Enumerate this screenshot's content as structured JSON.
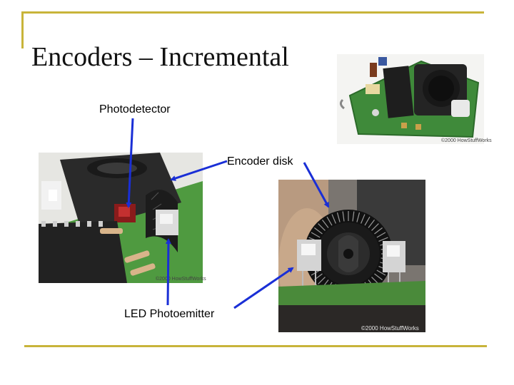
{
  "slide": {
    "title": "Encoders – Incremental"
  },
  "labels": {
    "photodetector": "Photodetector",
    "encoder_disk": "Encoder disk",
    "led_photoemitter": "LED Photoemitter"
  },
  "photos": {
    "board": {
      "credit": "©2000 HowStuffWorks"
    },
    "sensor": {
      "credit": "©2000 HowStuffWorks"
    },
    "disk": {
      "credit": "©2000 HowStuffWorks"
    }
  },
  "colors": {
    "accent_rule": "#c8b43a",
    "arrow": "#1a2fd6"
  }
}
